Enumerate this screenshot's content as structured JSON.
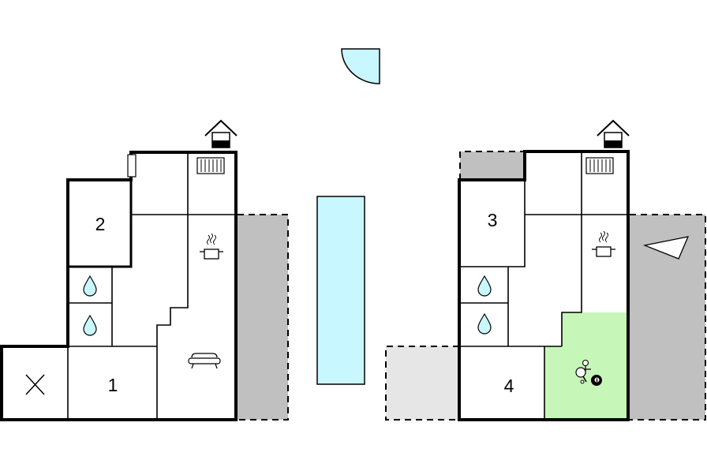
{
  "colors": {
    "pool": "#c9f7ff",
    "terrace": "#c0c0c0",
    "terrace_light": "#e6e6e6",
    "activity": "#c6f7b8",
    "wall": "#000000"
  },
  "labels": {
    "room1": "1",
    "room2": "2",
    "room3": "3",
    "room4": "4"
  },
  "icons": [
    "entrance-icon",
    "radiator-icon",
    "cooking-pot-icon",
    "water-drop-icon",
    "sofa-icon",
    "table-tennis-icon",
    "billiard-ball-icon",
    "door-swing-icon",
    "direction-triangle-icon",
    "cross-icon"
  ]
}
